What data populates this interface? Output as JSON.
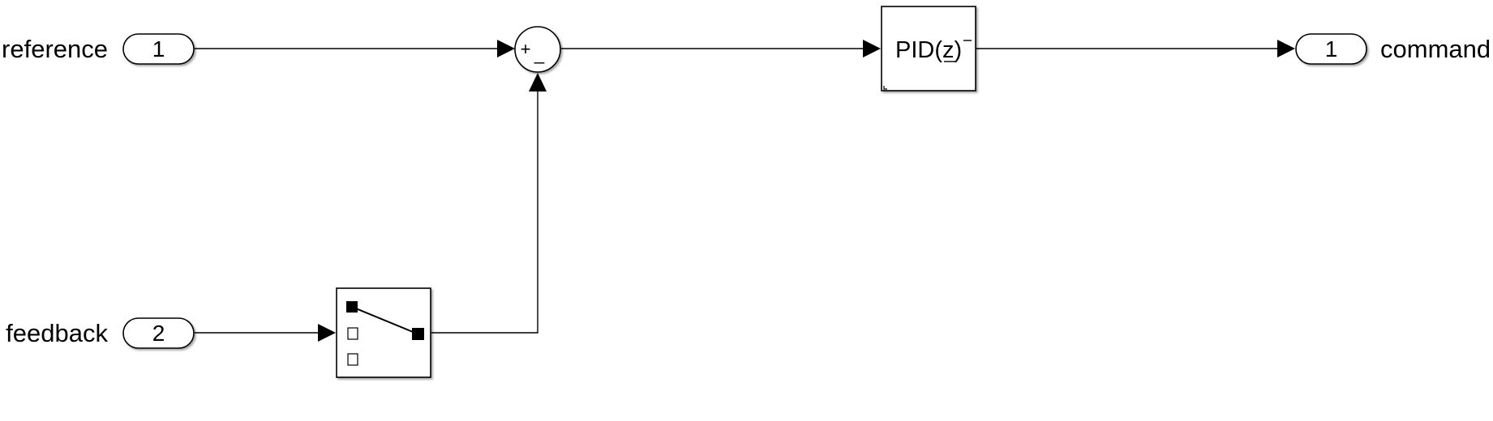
{
  "inports": [
    {
      "number": "1",
      "name": "reference"
    },
    {
      "number": "2",
      "name": "feedback"
    }
  ],
  "outports": [
    {
      "number": "1",
      "name": "command"
    }
  ],
  "sum_block": {
    "signs": [
      "+",
      "_"
    ]
  },
  "pid_block": {
    "label": "PID(z)"
  },
  "switch_block": {
    "icon": "multiport-switch-icon"
  }
}
